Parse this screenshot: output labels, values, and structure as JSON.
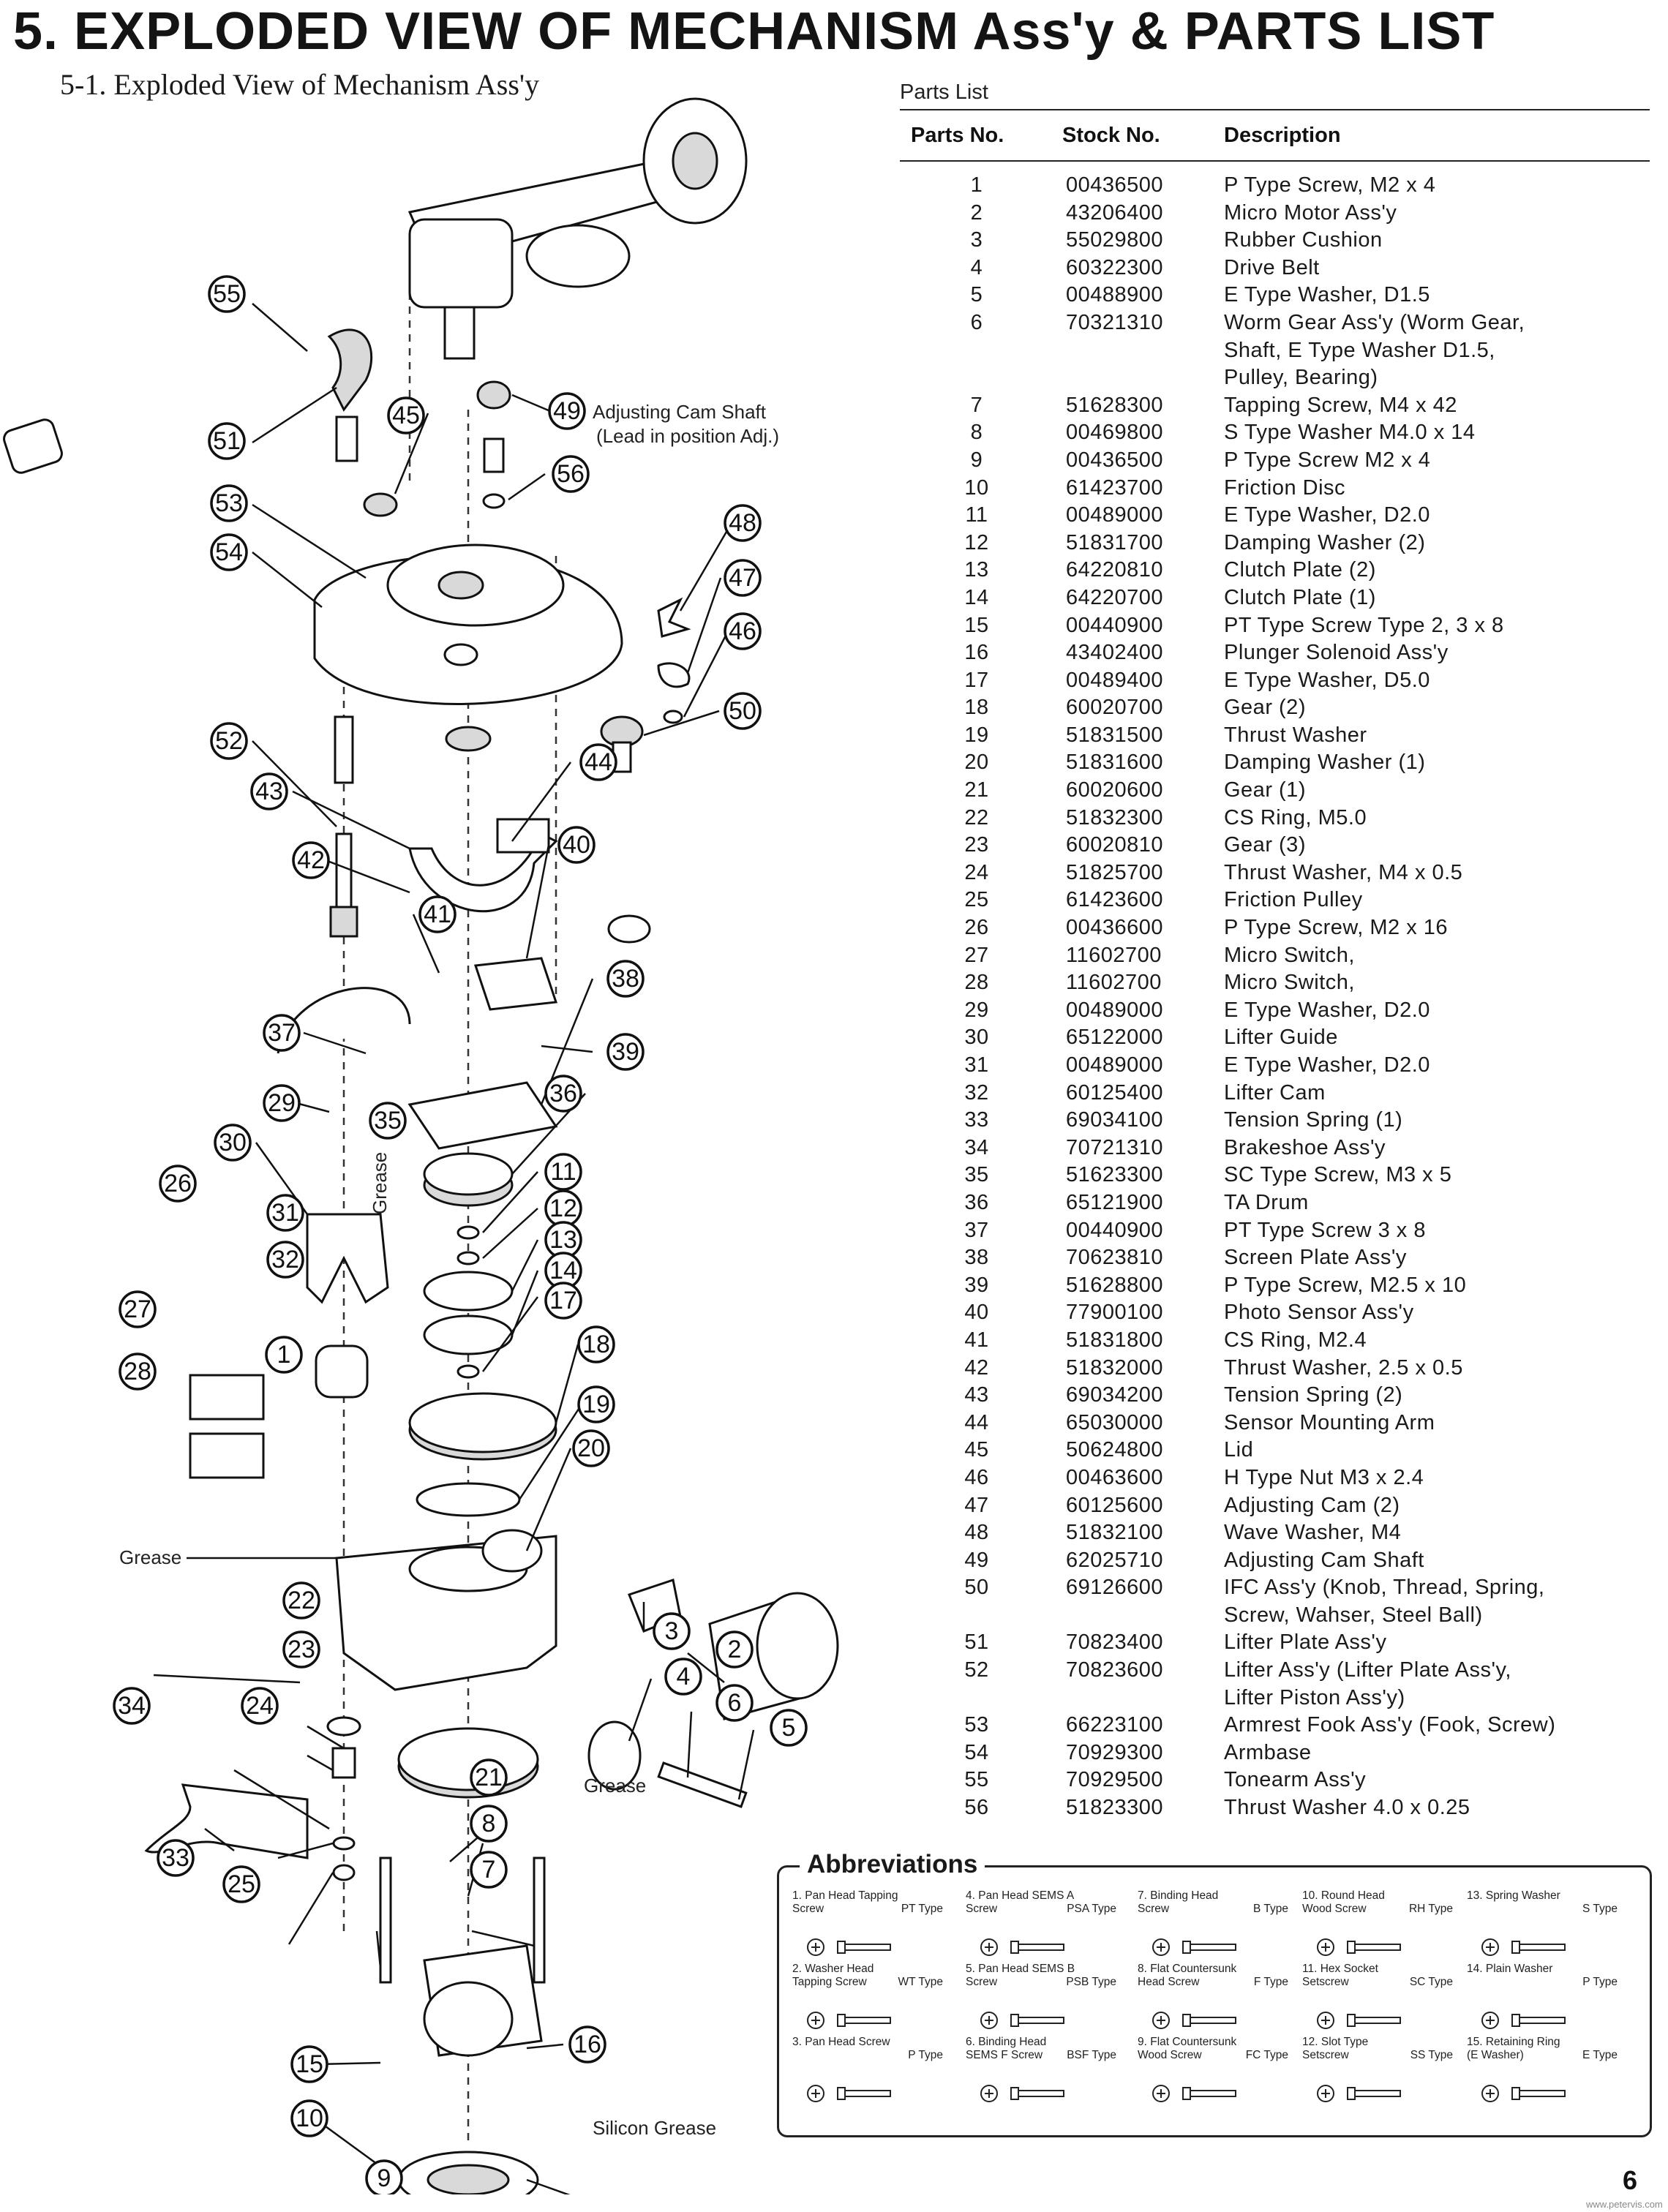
{
  "header": {
    "title": "5. EXPLODED VIEW OF MECHANISM Ass'y & PARTS LIST",
    "subtitle": "5-1. Exploded View of Mechanism Ass'y"
  },
  "drawing": {
    "notes": {
      "adjusting_cam_shaft": "Adjusting Cam Shaft",
      "lead_position": "(Lead in position Adj.)",
      "grease_vertical": "Grease",
      "grease_left": "Grease",
      "grease_lower": "Grease",
      "silicon_grease": "Silicon Grease"
    },
    "callouts": [
      "55",
      "51",
      "45",
      "49",
      "56",
      "53",
      "54",
      "48",
      "47",
      "46",
      "50",
      "52",
      "44",
      "43",
      "40",
      "42",
      "41",
      "38",
      "37",
      "39",
      "29",
      "35",
      "36",
      "30",
      "11",
      "12",
      "26",
      "31",
      "13",
      "32",
      "14",
      "17",
      "27",
      "1",
      "18",
      "28",
      "19",
      "20",
      "3",
      "2",
      "22",
      "4",
      "23",
      "6",
      "34",
      "24",
      "5",
      "21",
      "8",
      "33",
      "25",
      "7",
      "15",
      "16",
      "10",
      "9"
    ]
  },
  "parts_list": {
    "title": "Parts List",
    "headers": [
      "Parts No.",
      "Stock No.",
      "Description"
    ],
    "rows": [
      [
        "1",
        "00436500",
        "P Type Screw, M2 x 4"
      ],
      [
        "2",
        "43206400",
        "Micro Motor Ass'y"
      ],
      [
        "3",
        "55029800",
        "Rubber Cushion"
      ],
      [
        "4",
        "60322300",
        "Drive Belt"
      ],
      [
        "5",
        "00488900",
        "E Type Washer, D1.5"
      ],
      [
        "6",
        "70321310",
        "Worm Gear Ass'y (Worm Gear,\nShaft, E Type Washer D1.5,\nPulley, Bearing)"
      ],
      [
        "7",
        "51628300",
        "Tapping Screw, M4 x 42"
      ],
      [
        "8",
        "00469800",
        "S Type Washer M4.0 x 14"
      ],
      [
        "9",
        "00436500",
        "P Type Screw M2 x 4"
      ],
      [
        "10",
        "61423700",
        "Friction Disc"
      ],
      [
        "11",
        "00489000",
        "E Type Washer, D2.0"
      ],
      [
        "12",
        "51831700",
        "Damping Washer (2)"
      ],
      [
        "13",
        "64220810",
        "Clutch Plate (2)"
      ],
      [
        "14",
        "64220700",
        "Clutch Plate (1)"
      ],
      [
        "15",
        "00440900",
        "PT Type Screw Type 2, 3 x 8"
      ],
      [
        "16",
        "43402400",
        "Plunger Solenoid Ass'y"
      ],
      [
        "17",
        "00489400",
        "E Type Washer, D5.0"
      ],
      [
        "18",
        "60020700",
        "Gear (2)"
      ],
      [
        "19",
        "51831500",
        "Thrust Washer"
      ],
      [
        "20",
        "51831600",
        "Damping Washer (1)"
      ],
      [
        "21",
        "60020600",
        "Gear (1)"
      ],
      [
        "22",
        "51832300",
        "CS Ring, M5.0"
      ],
      [
        "23",
        "60020810",
        "Gear (3)"
      ],
      [
        "24",
        "51825700",
        "Thrust Washer, M4 x 0.5"
      ],
      [
        "25",
        "61423600",
        "Friction Pulley"
      ],
      [
        "26",
        "00436600",
        "P Type Screw, M2 x 16"
      ],
      [
        "27",
        "11602700",
        "Micro Switch,"
      ],
      [
        "28",
        "11602700",
        "Micro Switch,"
      ],
      [
        "29",
        "00489000",
        "E Type Washer, D2.0"
      ],
      [
        "30",
        "65122000",
        "Lifter Guide"
      ],
      [
        "31",
        "00489000",
        "E Type Washer, D2.0"
      ],
      [
        "32",
        "60125400",
        "Lifter Cam"
      ],
      [
        "33",
        "69034100",
        "Tension Spring (1)"
      ],
      [
        "34",
        "70721310",
        "Brakeshoe Ass'y"
      ],
      [
        "35",
        "51623300",
        "SC Type Screw, M3 x 5"
      ],
      [
        "36",
        "65121900",
        "TA Drum"
      ],
      [
        "37",
        "00440900",
        "PT Type Screw 3 x 8"
      ],
      [
        "38",
        "70623810",
        "Screen Plate Ass'y"
      ],
      [
        "39",
        "51628800",
        "P Type Screw, M2.5 x 10"
      ],
      [
        "40",
        "77900100",
        "Photo Sensor Ass'y"
      ],
      [
        "41",
        "51831800",
        "CS Ring, M2.4"
      ],
      [
        "42",
        "51832000",
        "Thrust Washer, 2.5 x 0.5"
      ],
      [
        "43",
        "69034200",
        "Tension Spring (2)"
      ],
      [
        "44",
        "65030000",
        "Sensor Mounting Arm"
      ],
      [
        "45",
        "50624800",
        "Lid"
      ],
      [
        "46",
        "00463600",
        "H Type Nut M3 x 2.4"
      ],
      [
        "47",
        "60125600",
        "Adjusting Cam (2)"
      ],
      [
        "48",
        "51832100",
        "Wave Washer, M4"
      ],
      [
        "49",
        "62025710",
        "Adjusting Cam Shaft"
      ],
      [
        "50",
        "69126600",
        "IFC Ass'y (Knob, Thread, Spring,\nScrew, Wahser, Steel Ball)"
      ],
      [
        "51",
        "70823400",
        "Lifter Plate Ass'y"
      ],
      [
        "52",
        "70823600",
        "Lifter Ass'y (Lifter Plate Ass'y,\nLifter Piston Ass'y)"
      ],
      [
        "53",
        "66223100",
        "Armrest Fook Ass'y (Fook, Screw)"
      ],
      [
        "54",
        "70929300",
        "Armbase"
      ],
      [
        "55",
        "70929500",
        "Tonearm Ass'y"
      ],
      [
        "56",
        "51823300",
        "Thrust Washer 4.0 x 0.25"
      ]
    ]
  },
  "abbreviations": {
    "title": "Abbreviations",
    "items": [
      {
        "name": "1. Pan Head Tapping\nScrew",
        "type": "PT Type",
        "icon": "pan-head-tapping-screw-icon"
      },
      {
        "name": "2. Washer Head\nTapping Screw",
        "type": "WT Type",
        "icon": "washer-head-tapping-screw-icon"
      },
      {
        "name": "3. Pan Head Screw",
        "type": "P Type",
        "icon": "pan-head-screw-icon"
      },
      {
        "name": "4. Pan Head SEMS A\nScrew",
        "type": "PSA Type",
        "icon": "pan-head-sems-a-screw-icon"
      },
      {
        "name": "5. Pan Head SEMS B\nScrew",
        "type": "PSB Type",
        "icon": "pan-head-sems-b-screw-icon"
      },
      {
        "name": "6. Binding Head\nSEMS F Screw",
        "type": "BSF Type",
        "icon": "binding-head-sems-f-screw-icon"
      },
      {
        "name": "7. Binding Head\nScrew",
        "type": "B Type",
        "icon": "binding-head-screw-icon"
      },
      {
        "name": "8. Flat Countersunk\nHead Screw",
        "type": "F Type",
        "icon": "flat-countersunk-head-screw-icon"
      },
      {
        "name": "9. Flat Countersunk\nWood Screw",
        "type": "FC Type",
        "icon": "flat-countersunk-wood-screw-icon"
      },
      {
        "name": "10. Round Head\nWood Screw",
        "type": "RH Type",
        "icon": "round-head-wood-screw-icon"
      },
      {
        "name": "11. Hex Socket\nSetscrew",
        "type": "SC Type",
        "icon": "hex-socket-setscrew-icon"
      },
      {
        "name": "12. Slot Type\nSetscrew",
        "type": "SS Type",
        "icon": "slot-type-setscrew-icon"
      },
      {
        "name": "13. Spring Washer",
        "type": "S Type",
        "icon": "spring-washer-icon"
      },
      {
        "name": "14. Plain Washer",
        "type": "P Type",
        "icon": "plain-washer-icon"
      },
      {
        "name": "15. Retaining Ring\n(E Washer)",
        "type": "E Type",
        "icon": "retaining-ring-icon"
      }
    ]
  },
  "footer": {
    "page_number": "6",
    "site": "www.petervis.com"
  }
}
